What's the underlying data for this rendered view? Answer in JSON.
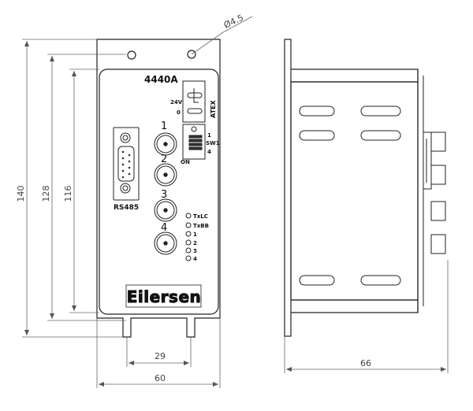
{
  "model": "4440A",
  "brand": "Eilersen",
  "power_label": "24V",
  "zero_label": "0",
  "atex_label": "ATEX",
  "sw1_label": "SW1",
  "sw_pos_1": "1",
  "sw_pos_4": "4",
  "on_label": "ON",
  "rs485_label": "RS485",
  "connectors": [
    "1",
    "2",
    "3",
    "4"
  ],
  "leds": [
    "TxLC",
    "TxBB",
    "1",
    "2",
    "3",
    "4"
  ],
  "dimensions": {
    "diameter": "Ø4.5",
    "height_total": "140",
    "height_128": "128",
    "height_116": "116",
    "width_29": "29",
    "width_60": "60",
    "depth_66": "66"
  }
}
